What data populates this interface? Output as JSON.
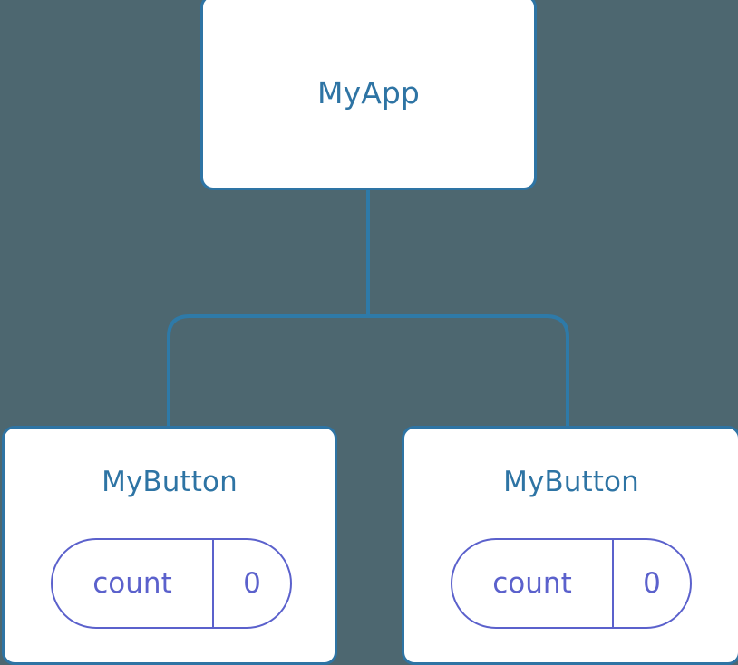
{
  "diagram": {
    "type": "component-tree",
    "background_color": "#4d6770",
    "node_border_color": "#2e74a4",
    "node_fill_color": "#ffffff",
    "node_label_color": "#2e74a4",
    "state_pill_color": "#5b61cc",
    "connector_color": "#2e7aa8",
    "root": {
      "label": "MyApp"
    },
    "children": [
      {
        "label": "MyButton",
        "state": {
          "key": "count",
          "value": "0"
        }
      },
      {
        "label": "MyButton",
        "state": {
          "key": "count",
          "value": "0"
        }
      }
    ]
  }
}
